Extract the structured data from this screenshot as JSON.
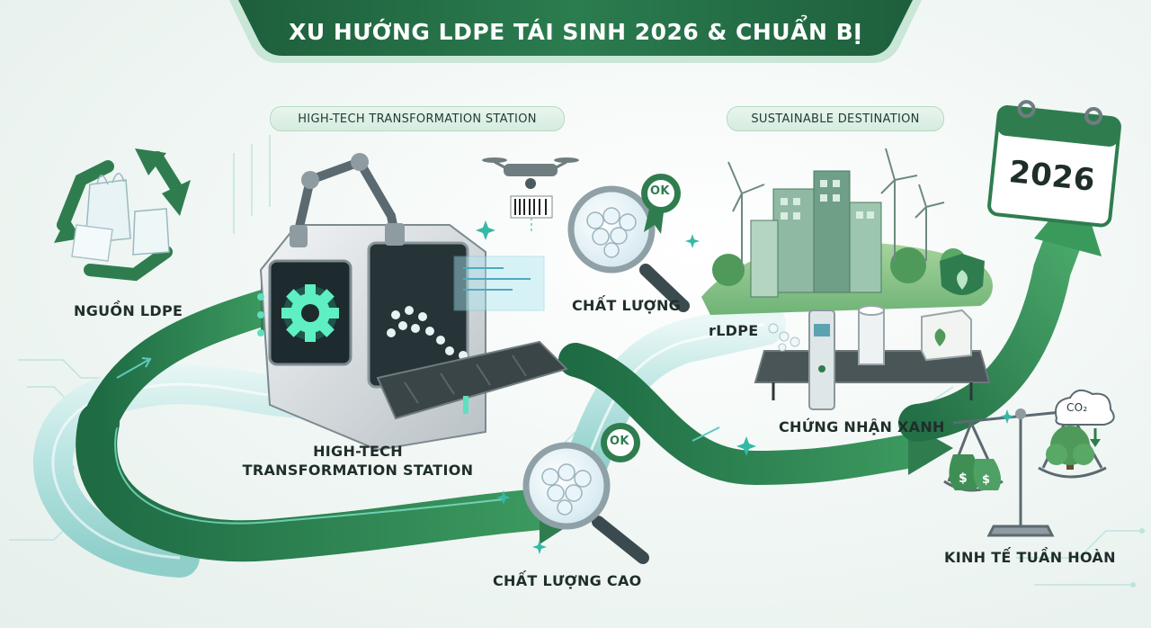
{
  "title": "XU HƯỚNG LDPE TÁI SINH 2026 & CHUẨN BỊ",
  "section_labels": {
    "station": "HIGH-TECH TRANSFORMATION STATION",
    "destination": "SUSTAINABLE DESTINATION"
  },
  "nodes": {
    "source": "NGUỒN LDPE",
    "station_line1": "HIGH-TECH",
    "station_line2": "TRANSFORMATION STATION",
    "quality": "CHẤT LƯỢNG",
    "quality_high": "CHẤT LƯỢNG CAO",
    "green_cert": "CHỨNG NHẬN XANH",
    "circular_economy": "KINH TẾ TUẦN HOÀN"
  },
  "tags": {
    "ok_top": "OK",
    "ok_bottom": "OK",
    "rldpe": "rLDPE",
    "co2": "CO₂",
    "year": "2026"
  },
  "colors": {
    "brand_green": "#2f7d4f",
    "dark_green": "#1e5e3a",
    "teal": "#5fc9c0",
    "light_teal": "#cfeeed",
    "banner": "#226b45"
  },
  "icons": [
    "recycle-icon",
    "plastic-bag-icon",
    "robot-arm-icon",
    "gear-icon",
    "drone-icon",
    "barcode-icon",
    "magnifier-icon",
    "ok-badge-icon",
    "wind-turbine-icon",
    "city-icon",
    "shield-leaf-icon",
    "calendar-icon",
    "money-bag-icon",
    "tree-icon",
    "scale-icon",
    "co2-cloud-icon",
    "conveyor-icon",
    "pipe-icon"
  ]
}
